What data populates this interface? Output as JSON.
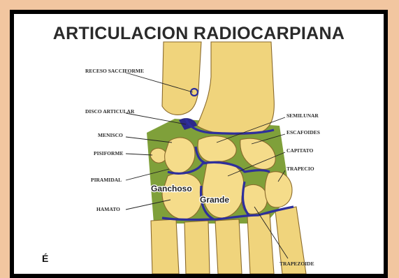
{
  "title": "ARTICULACION RADIOCARPIANA",
  "colors": {
    "background": "#f2c6a0",
    "frame": "#000000",
    "bone": "#f0d47c",
    "cartilage": "#2e2f9c",
    "ligament": "#7fa03a"
  },
  "labels": {
    "receso": "RECESO SACCIFORME",
    "disco": "DISCO ARTICULAR",
    "menisco": "MENISCO",
    "pisiforme": "PISIFORME",
    "piramidal": "PIRAMIDAL",
    "hamato": "HAMATO",
    "semilunar": "SEMILUNAR",
    "escafoides": "ESCAFOIDES",
    "capitato": "CAPITATO",
    "trapecio": "TRAPECIO",
    "trapezoide": "TRAPEZOIDE",
    "ganchoso": "Ganchoso",
    "grande": "Grande"
  },
  "bottom_glyph": "É"
}
